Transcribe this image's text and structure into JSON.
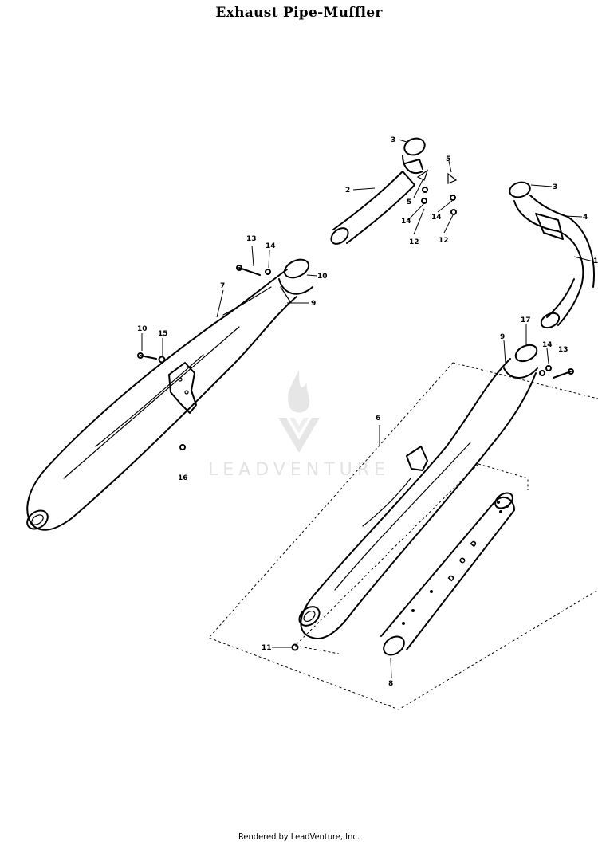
{
  "title": "Exhaust Pipe-Muffler",
  "watermark": {
    "text": "LEADVENTURE",
    "logo_icon": "leadventure-flame-logo"
  },
  "footer": "Rendered by LeadVenture, Inc.",
  "callouts": {
    "c1": "1",
    "c2": "2",
    "c3a": "3",
    "c3b": "3",
    "c4": "4",
    "c5a": "5",
    "c5b": "5",
    "c6": "6",
    "c7": "7",
    "c8": "8",
    "c9a": "9",
    "c9b": "9",
    "c10a": "10",
    "c10b": "10",
    "c11": "11",
    "c12a": "12",
    "c12b": "12",
    "c13a": "13",
    "c13b": "13",
    "c14a": "14",
    "c14b": "14",
    "c14c": "14",
    "c14d": "14",
    "c15": "15",
    "c16": "16",
    "c17": "17"
  }
}
